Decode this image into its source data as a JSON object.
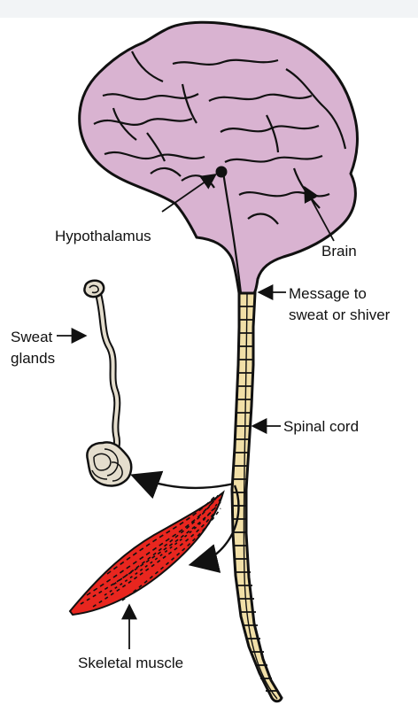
{
  "labels": {
    "hypothalamus": "Hypothalamus",
    "brain": "Brain",
    "message_line1": "Message to",
    "message_line2": "sweat or shiver",
    "sweat_line1": "Sweat",
    "sweat_line2": "glands",
    "spinal_cord": "Spinal cord",
    "skeletal_muscle": "Skeletal muscle"
  },
  "colors": {
    "brain_fill": "#d9b3d1",
    "spinal_fill": "#f1dfa7",
    "gland_fill": "#e4ddcd",
    "muscle_fill": "#e8261f",
    "ink": "#111111",
    "top_band": "#f2f4f6"
  }
}
